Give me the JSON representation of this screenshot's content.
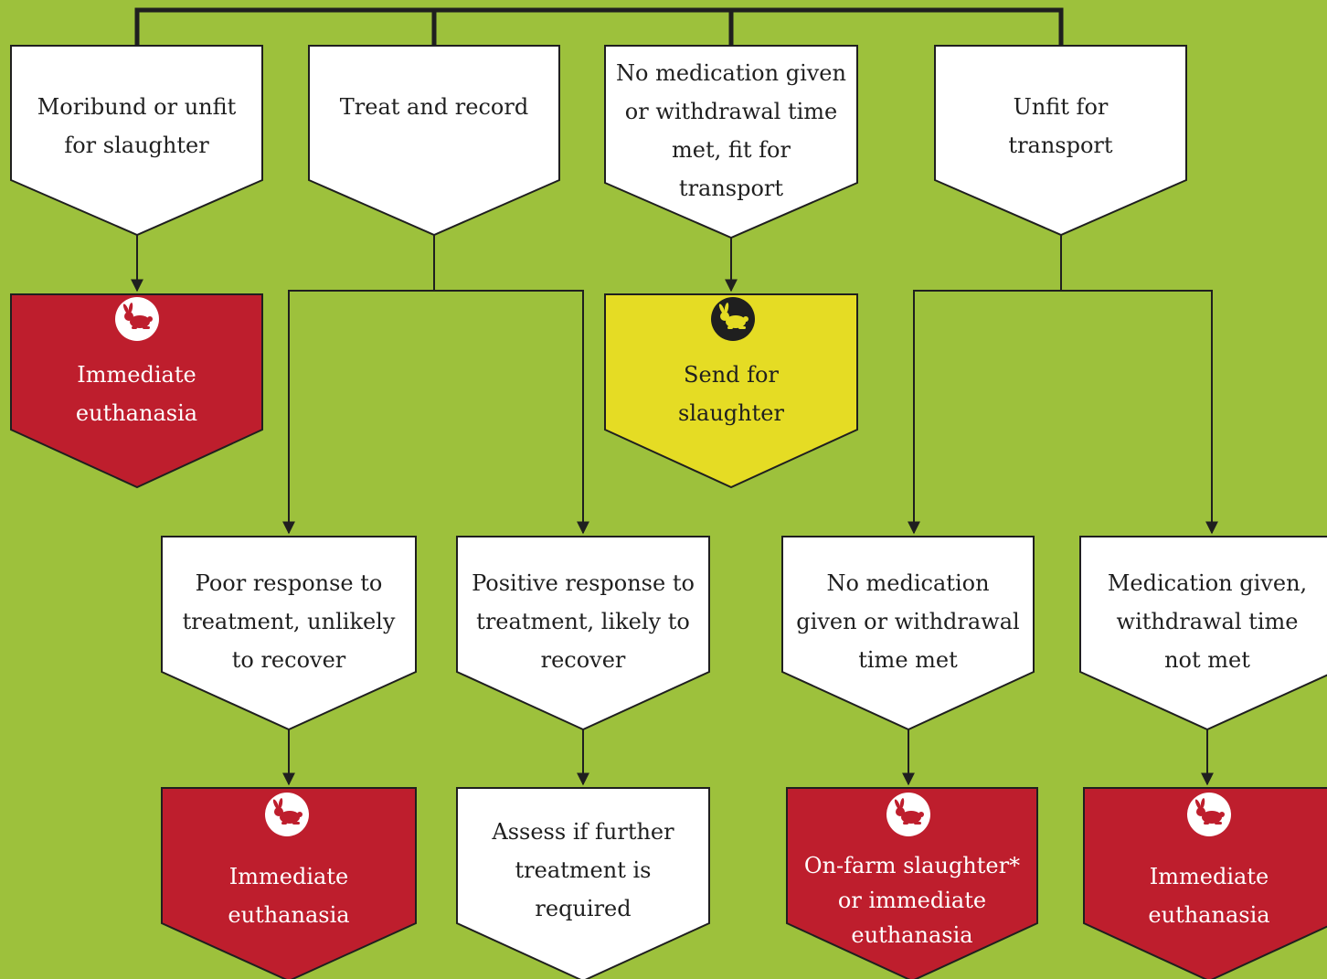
{
  "colors": {
    "background": "#9dc13c",
    "white_box": "#ffffff",
    "red_box": "#be1e2d",
    "yellow_box": "#e5dc24",
    "line": "#1f1f1f"
  },
  "icon": "rabbit-icon",
  "nodes": {
    "moribund": {
      "text": "Moribund or unfit\nfor slaughter"
    },
    "treat": {
      "text": "Treat and record"
    },
    "no_med_top": {
      "text": "No medication given\nor withdrawal time\nmet, fit for\ntransport"
    },
    "unfit_transport": {
      "text": "Unfit for\ntransport"
    },
    "euthanasia_1": {
      "text": "Immediate\neuthanasia"
    },
    "send_slaughter": {
      "text": "Send for\nslaughter"
    },
    "poor_response": {
      "text": "Poor response to\ntreatment, unlikely\nto recover"
    },
    "positive_response": {
      "text": "Positive response to\ntreatment, likely to\nrecover"
    },
    "no_med_bottom": {
      "text": "No medication\ngiven or withdrawal\ntime met"
    },
    "med_given": {
      "text": "Medication given,\nwithdrawal time\nnot met"
    },
    "euthanasia_2": {
      "text": "Immediate\neuthanasia"
    },
    "assess": {
      "text": "Assess if further\ntreatment is\nrequired"
    },
    "onfarm": {
      "text": "On-farm slaughter*\nor immediate\neuthanasia"
    },
    "euthanasia_3": {
      "text": "Immediate\neuthanasia"
    }
  }
}
